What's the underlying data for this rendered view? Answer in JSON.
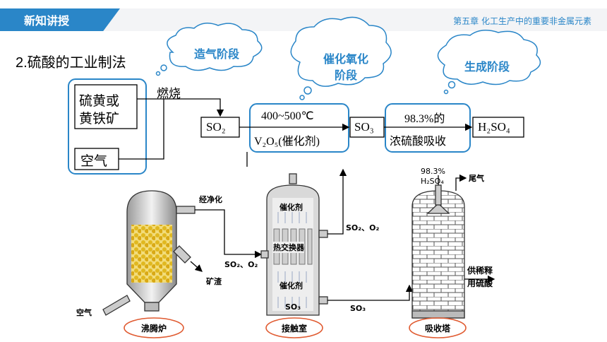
{
  "header": {
    "tab_label": "新知讲授",
    "chapter": "第五章 化工生产中的重要非金属元素"
  },
  "section_title": "2.硫酸的工业制法",
  "stages": {
    "gas_making": "造气阶段",
    "catalytic_oxidation_line1": "催化氧化",
    "catalytic_oxidation_line2": "阶段",
    "formation": "生成阶段"
  },
  "flow": {
    "raw_material": "硫黄或\n黄铁矿",
    "raw_material_line1": "硫黄或",
    "raw_material_line2": "黄铁矿",
    "air": "空气",
    "burn": "燃烧",
    "so2": "SO₂",
    "condition_temp": "400~500℃",
    "condition_catalyst": "V₂O₅(催化剂)",
    "so3": "SO₃",
    "absorb_line1": "98.3%的",
    "absorb_line2": "浓硫酸吸收",
    "product": "H₂SO₄"
  },
  "equipment": {
    "purify": "经净化",
    "so2_o2_in": "SO₂、O₂",
    "slag": "矿渣",
    "air_in": "空气",
    "catalyst_top": "催化剂",
    "heat_exchanger": "热交换器",
    "catalyst_bottom": "催化剂",
    "so3_inside": "SO₃",
    "so2_o2_return": "SO₂、O₂",
    "so3_out": "SO₃",
    "acid_label_line1": "98.3%",
    "acid_label_line2": "H₂SO₄",
    "tail_gas": "尾气",
    "dilute_line1": "供稀释",
    "dilute_line2": "用硫酸",
    "furnace_name": "沸腾炉",
    "contact_name": "接触室",
    "absorb_name": "吸收塔"
  },
  "colors": {
    "accent": "#2a86c8",
    "header_bg": "#f3f4f6",
    "ellipse": "#e05a30",
    "pellets": "#e6c22a"
  }
}
